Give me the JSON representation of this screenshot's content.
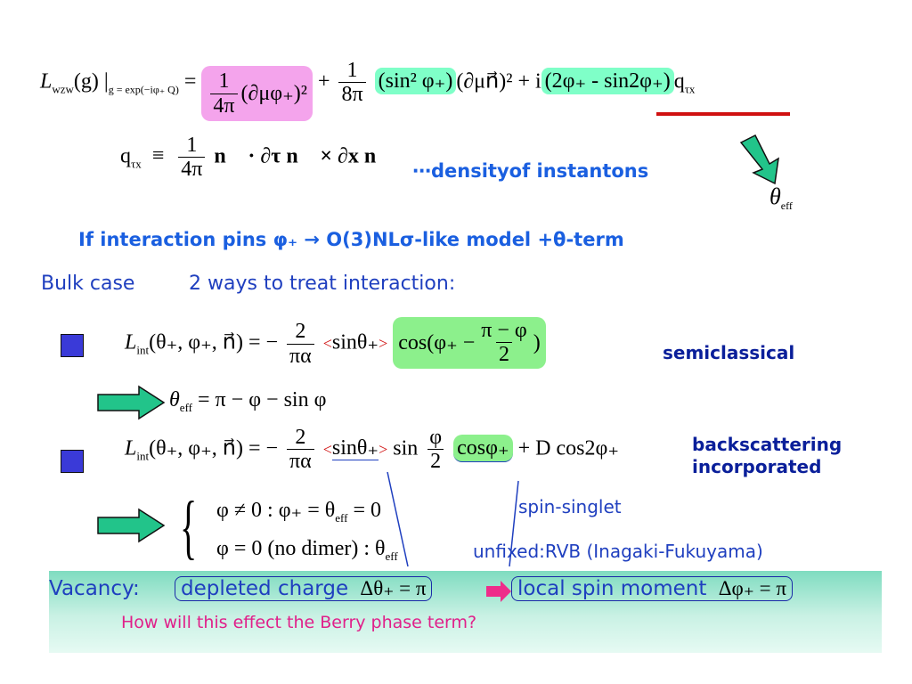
{
  "eq1": {
    "lhs_L": "L",
    "lhs_sub": "wzw",
    "lhs_arg": "(g) |",
    "lhs_cond": "g = exp(−iφ₊ Q)",
    "equals": "=",
    "f1_num": "1",
    "f1_den": "4π",
    "term1": "(∂μφ₊)²",
    "plus": "+",
    "f2_num": "1",
    "f2_den": "8π",
    "term2a": "(sin² φ₊)",
    "term2b": "(∂μn⃗)²",
    "plus2": "+ i",
    "term3": "(2φ₊ - sin2φ₊)",
    "term3b": "q",
    "term3b_sub": "τx"
  },
  "eq2": {
    "lhs": "q",
    "lhs_sub": "τx",
    "equiv": "≡",
    "f_num": "1",
    "f_den": "4π",
    "rhs": "n⃗ · ∂τ n⃗ × ∂x n⃗"
  },
  "density_label": "⋯densityof instantons",
  "theta_eff": "θ",
  "theta_eff_sub": "eff",
  "pins_line": "If interaction pins φ₊  →  O(3)NLσ-like model +θ-term",
  "bulk": {
    "label": "Bulk case",
    "ways": "2 ways to treat interaction:"
  },
  "eq3": {
    "lhs": "L",
    "lhs_sub": "int",
    "lhs_args": "(θ₊, φ₊, n⃗) = −",
    "f_num": "2",
    "f_den": "πα",
    "avg_open": "<",
    "avg": "sinθ₊",
    "avg_close": ">",
    "cos_open": "cos(φ₊ −",
    "inner_num": "π − φ",
    "inner_den": "2",
    "cos_close": ")"
  },
  "semiclassical": "semiclassical",
  "eq4": {
    "lhs": "θ",
    "lhs_sub": "eff",
    "rhs": " = π − φ − sin φ"
  },
  "eq5": {
    "lhs": "L",
    "lhs_sub": "int",
    "lhs_args": "(θ₊, φ₊, n⃗) = −",
    "f_num": "2",
    "f_den": "πα",
    "avg_open": "<",
    "avg": "sinθ₊",
    "avg_close": ">",
    "sin": "sin",
    "phi_num": "φ",
    "phi_den": "2",
    "cos": "cosφ₊",
    "tail": "+ D cos2φ₊"
  },
  "backscattering": "backscattering\nincorporated",
  "case1": "φ ≠ 0 :  φ₊ = θ",
  "case1_sub": "eff",
  "case1_tail": " = 0",
  "case2": "φ = 0 (no dimer) :   θ",
  "case2_sub": "eff",
  "spin_singlet": "spin-singlet",
  "unfixed": "unfixed:RVB (Inagaki-Fukuyama)",
  "vacancy": {
    "label": "Vacancy:",
    "depleted": "depleted charge",
    "depleted_eq": "Δθ₊ = π",
    "local": "local spin moment",
    "local_eq": "Δφ₊ = π",
    "question": "How will this effect the Berry phase term?"
  },
  "colors": {
    "pink_highlight": "#f4a4ec",
    "green_highlight": "#7fffc8",
    "light_green_highlight": "#8cf08c",
    "arrow_green": "#22c48a",
    "red_underline": "#d01010",
    "blue_text": "#1f3fbf",
    "navy_text": "#0a1f9a",
    "magenta_text": "#e0208a",
    "bullet_square": "#3a3ad8"
  }
}
